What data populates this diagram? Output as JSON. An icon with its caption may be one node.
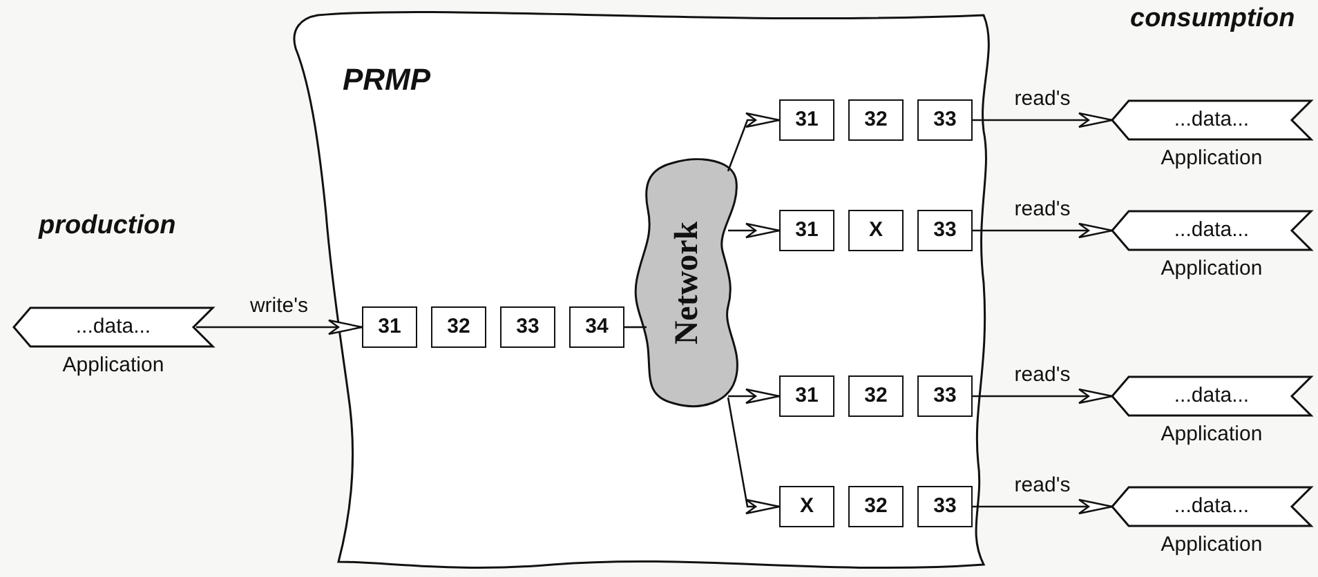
{
  "diagram": {
    "nodes": [
      {
        "text": [
          "PRMP"
        ]
      },
      {
        "text": [
          "...data..."
        ],
        "beside": [
          "Application"
        ]
      },
      {
        "text": [
          "31"
        ],
        "in": 0
      },
      {
        "text": [
          "32"
        ],
        "in": 0
      },
      {
        "text": [
          "33"
        ],
        "in": 0
      },
      {
        "text": [
          "34"
        ],
        "in": 0
      },
      {
        "text": [
          "Network"
        ],
        "in": 0
      },
      {
        "text": [
          "31"
        ],
        "in": 0
      },
      {
        "text": [
          "32"
        ],
        "in": 0
      },
      {
        "text": [
          "33"
        ],
        "in": 0
      },
      {
        "text": [
          "31"
        ],
        "in": 0
      },
      {
        "text": [
          "X"
        ],
        "in": 0
      },
      {
        "text": [
          "33"
        ],
        "in": 0
      },
      {
        "text": [
          "31"
        ],
        "in": 0
      },
      {
        "text": [
          "32"
        ],
        "in": 0
      },
      {
        "text": [
          "33"
        ],
        "in": 0
      },
      {
        "text": [
          "X"
        ],
        "in": 0
      },
      {
        "text": [
          "32"
        ],
        "in": 0
      },
      {
        "text": [
          "33"
        ],
        "in": 0
      },
      {
        "text": [
          "...data..."
        ],
        "beside": [
          "Application"
        ]
      },
      {
        "text": [
          "...data..."
        ],
        "beside": [
          "Application"
        ]
      },
      {
        "text": [
          "...data..."
        ],
        "beside": [
          "Application"
        ]
      },
      {
        "text": [
          "...data..."
        ],
        "beside": [
          "Application"
        ]
      }
    ],
    "edges": [
      {
        "from": 1,
        "to": 2,
        "arrow": "to",
        "label": "write's"
      },
      {
        "from": 5,
        "to": 6,
        "arrow": "none"
      },
      {
        "from": 6,
        "to": 7,
        "arrow": "to"
      },
      {
        "from": 6,
        "to": 10,
        "arrow": "to"
      },
      {
        "from": 6,
        "to": 13,
        "arrow": "to"
      },
      {
        "from": 6,
        "to": 16,
        "arrow": "to"
      },
      {
        "from": 9,
        "to": 19,
        "arrow": "to",
        "label": "read's"
      },
      {
        "from": 12,
        "to": 20,
        "arrow": "to",
        "label": "read's"
      },
      {
        "from": 15,
        "to": 21,
        "arrow": "to",
        "label": "read's"
      },
      {
        "from": 18,
        "to": 22,
        "arrow": "to",
        "label": "read's"
      }
    ],
    "labels": [
      "production",
      "consumption"
    ]
  }
}
